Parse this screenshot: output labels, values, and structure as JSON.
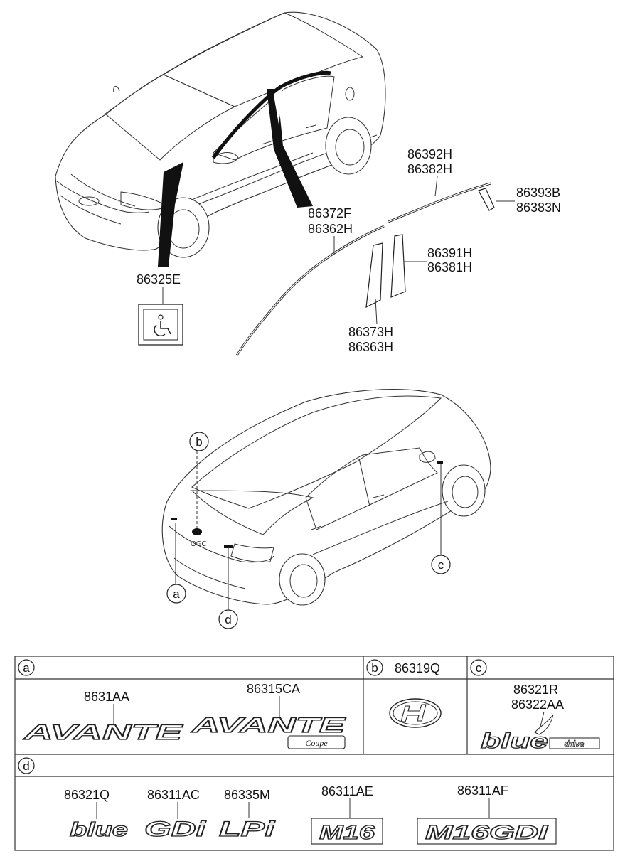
{
  "top": {
    "parts": {
      "p86325E": "86325E",
      "p86372F": "86372F",
      "p86362H": "86362H",
      "p86392H": "86392H",
      "p86382H": "86382H",
      "p86393B": "86393B",
      "p86383N": "86383N",
      "p86391H": "86391H",
      "p86381H": "86381H",
      "p86373H": "86373H",
      "p86363H": "86363H"
    }
  },
  "rear": {
    "callouts": {
      "a": "a",
      "b": "b",
      "c": "c",
      "d": "d"
    }
  },
  "table": {
    "row1": {
      "a_key": "a",
      "b_key": "b",
      "b_part": "86319Q",
      "c_key": "c"
    },
    "row2": {
      "a_part1": "8631AA",
      "a_part2": "86315CA",
      "a_emblem1": "AVANTE",
      "a_emblem2": "AVANTE",
      "a_emblem2_sub": "Coupe",
      "c_part1": "86321R",
      "c_part2": "86322AA",
      "c_emblem": "blue",
      "c_emblem_sub": "drive"
    },
    "row3": {
      "d_key": "d"
    },
    "row4": {
      "parts": [
        "86321Q",
        "86311AC",
        "86335M",
        "86311AE",
        "86311AF"
      ],
      "emblems": [
        "blue",
        "GDi",
        "LPi",
        "M16",
        "M16GDI"
      ]
    }
  }
}
